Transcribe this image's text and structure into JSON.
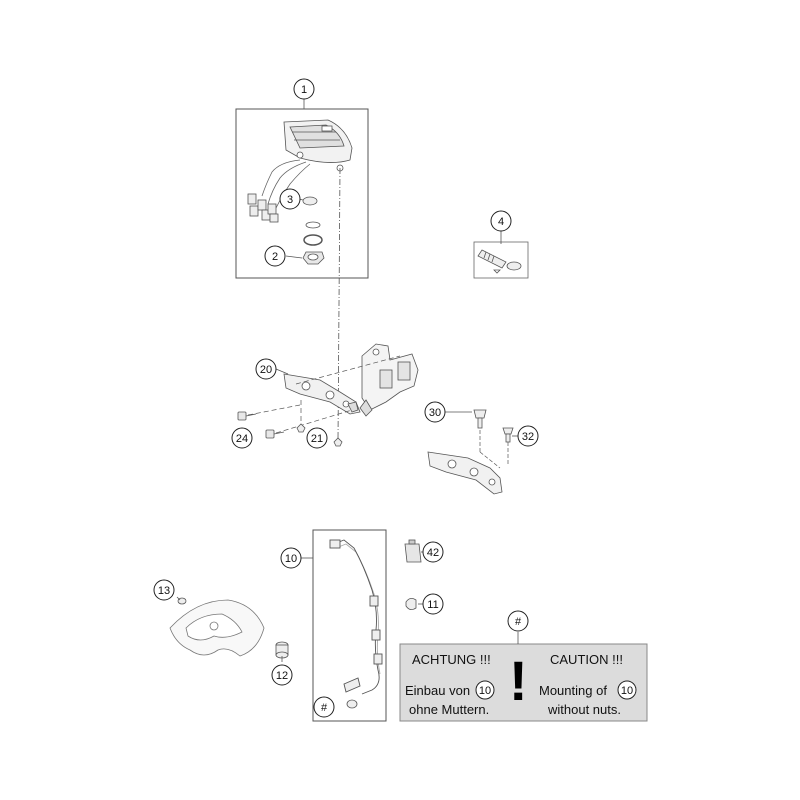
{
  "callouts": {
    "c1": "1",
    "c2": "2",
    "c3": "3",
    "c4": "4",
    "c10a": "10",
    "c10b": "10",
    "c10c": "10",
    "c11": "11",
    "c12": "12",
    "c13": "13",
    "c20": "20",
    "c21": "21",
    "c24": "24",
    "c30": "30",
    "c32": "32",
    "c42": "42",
    "hash_a": "#",
    "hash_b": "#"
  },
  "notice": {
    "de_title": "ACHTUNG !!!",
    "en_title": "CAUTION !!!",
    "de_line1": "Einbau von",
    "de_line2": "ohne Muttern.",
    "en_line1": "Mounting of",
    "en_line2": "without nuts.",
    "exclamation": "!"
  },
  "colors": {
    "line": "#555555",
    "part_stroke": "#666666",
    "part_fill": "#f4f4f4",
    "notice_fill": "#dcdcdc",
    "notice_stroke": "#888888"
  }
}
